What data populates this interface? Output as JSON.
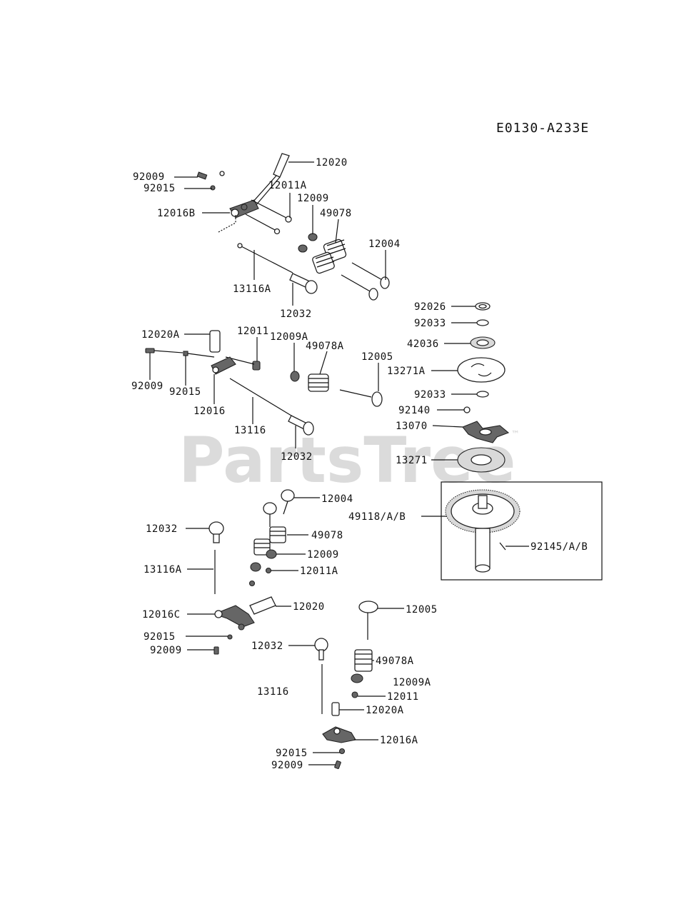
{
  "diagram_code": "E0130-A233E",
  "watermark": "PartsTree",
  "watermark_mark": "™",
  "callouts": {
    "c1": "12020",
    "c2": "92009",
    "c3": "92015",
    "c4": "12011A",
    "c5": "12009",
    "c6": "49078",
    "c7": "12016B",
    "c8": "12004",
    "c9": "13116A",
    "c10": "12032",
    "c11": "92026",
    "c12": "92033",
    "c13": "42036",
    "c14": "12020A",
    "c15": "12011",
    "c16": "12009A",
    "c17": "49078A",
    "c18": "12005",
    "c19": "13271A",
    "c20": "92009",
    "c21": "92015",
    "c22": "92033",
    "c23": "12016",
    "c24": "92140",
    "c25": "13116",
    "c26": "13070",
    "c27": "12032",
    "c28": "13271",
    "c29": "12004",
    "c30": "49118/A/B",
    "c31": "12032",
    "c32": "49078",
    "c33": "92145/A/B",
    "c34": "12009",
    "c35": "13116A",
    "c36": "12011A",
    "c37": "12020",
    "c38": "12016C",
    "c39": "12005",
    "c40": "92015",
    "c41": "92009",
    "c42": "12032",
    "c43": "49078A",
    "c44": "12009A",
    "c45": "13116",
    "c46": "12011",
    "c47": "12020A",
    "c48": "12016A",
    "c49": "92015",
    "c50": "92009"
  }
}
